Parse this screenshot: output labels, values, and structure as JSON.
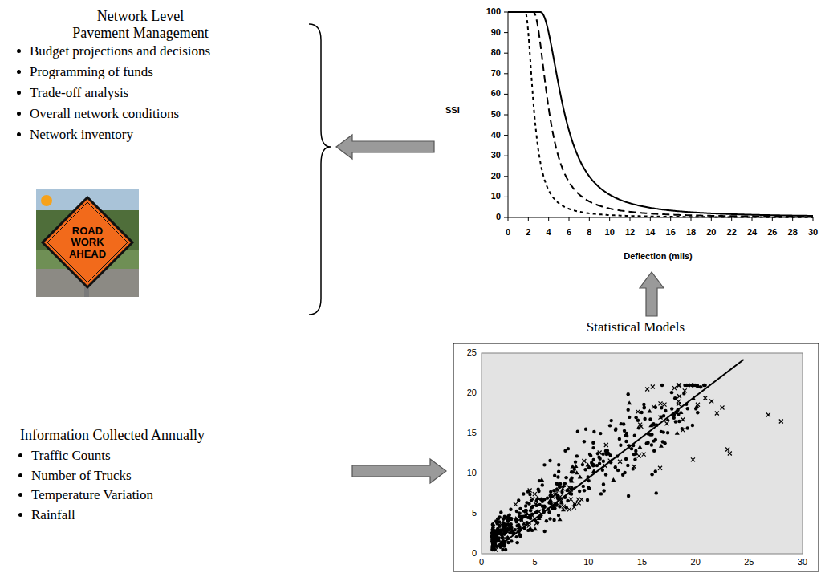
{
  "diagram": {
    "nodes": [
      {
        "text": [
          "Network Level Pavement Management",
          "Budget projections and decisions",
          "Programming of funds",
          "Trade-off analysis",
          "Overall network conditions",
          "Network inventory"
        ]
      },
      {
        "text": [
          "SSI",
          "Deflection (mils)"
        ]
      },
      {
        "text": [
          "Statistical Models"
        ]
      },
      {
        "text": [
          "Information Collected Annually",
          "Traffic Counts",
          "Number of Trucks",
          "Temperature Variation",
          "Rainfall"
        ]
      }
    ],
    "edges": [
      {
        "from": 3,
        "to": 2,
        "arrow": "to"
      },
      {
        "from": 2,
        "to": 1,
        "arrow": "to"
      },
      {
        "from": 1,
        "to": 0,
        "arrow": "to"
      }
    ],
    "labels": [
      "ROAD WORK AHEAD",
      "100",
      "90",
      "80",
      "70",
      "60",
      "50",
      "40",
      "30",
      "20",
      "10",
      "0",
      "0",
      "2",
      "4",
      "6",
      "8",
      "10",
      "12",
      "14",
      "16",
      "18",
      "20",
      "22",
      "24",
      "26",
      "28",
      "30",
      "25",
      "20",
      "15",
      "10",
      "5",
      "0",
      "0",
      "5",
      "10",
      "15",
      "20",
      "25",
      "30"
    ]
  }
}
